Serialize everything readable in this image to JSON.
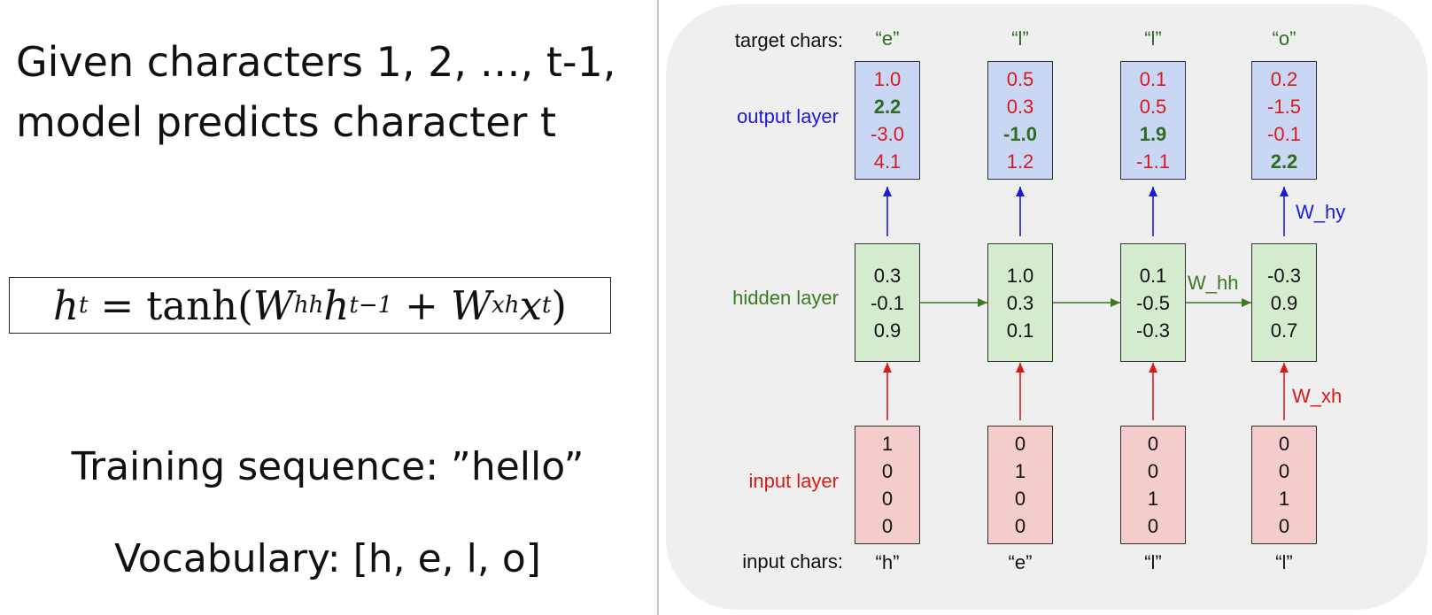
{
  "left": {
    "heading_line1": "Given characters 1, 2, …, t-1,",
    "heading_line2": "model predicts character t",
    "equation": {
      "lhs_var": "h",
      "lhs_sub": "t",
      "equals": "=",
      "func": "tanh(",
      "w1": "W",
      "w1_sub": "hh",
      "h_prev": "h",
      "h_prev_sub": "t−1",
      "plus": "+",
      "w2": "W",
      "w2_sub": "xh",
      "x": "x",
      "x_sub": "t",
      "close": ")"
    },
    "training_sequence": "Training sequence: ”hello”",
    "vocabulary": "Vocabulary: [h, e, l, o]"
  },
  "diagram": {
    "labels": {
      "target_chars": "target chars:",
      "output_layer": "output layer",
      "hidden_layer": "hidden layer",
      "input_layer": "input layer",
      "input_chars": "input chars:"
    },
    "weights": {
      "w_hy": "W_hy",
      "w_hh": "W_hh",
      "w_xh": "W_xh"
    },
    "colors": {
      "output": "#1a1adc",
      "hidden": "#3a7a22",
      "input": "#d61a1a",
      "correct": "#2e6b1f",
      "neutral": "#111111"
    },
    "target_chars": [
      "“e”",
      "“l”",
      "“l”",
      "“o”"
    ],
    "input_chars": [
      "“h”",
      "“e”",
      "“l”",
      "“l”"
    ],
    "output": [
      {
        "values": [
          "1.0",
          "2.2",
          "-3.0",
          "4.1"
        ],
        "correct": 1
      },
      {
        "values": [
          "0.5",
          "0.3",
          "-1.0",
          "1.2"
        ],
        "correct": 2
      },
      {
        "values": [
          "0.1",
          "0.5",
          "1.9",
          "-1.1"
        ],
        "correct": 2
      },
      {
        "values": [
          "0.2",
          "-1.5",
          "-0.1",
          "2.2"
        ],
        "correct": 3
      }
    ],
    "hidden": [
      [
        "0.3",
        "-0.1",
        "0.9"
      ],
      [
        "1.0",
        "0.3",
        "0.1"
      ],
      [
        "0.1",
        "-0.5",
        "-0.3"
      ],
      [
        "-0.3",
        "0.9",
        "0.7"
      ]
    ],
    "input": [
      [
        "1",
        "0",
        "0",
        "0"
      ],
      [
        "0",
        "1",
        "0",
        "0"
      ],
      [
        "0",
        "0",
        "1",
        "0"
      ],
      [
        "0",
        "0",
        "1",
        "0"
      ]
    ]
  }
}
